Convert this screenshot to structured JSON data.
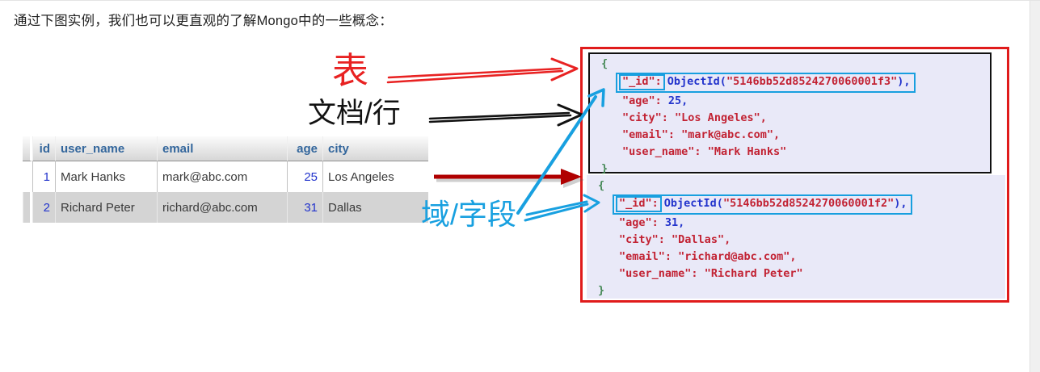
{
  "page": {
    "intro": "通过下图实例，我们也可以更直观的了解Mongo中的一些概念："
  },
  "annotations": {
    "table_label": "表",
    "document_label": "文档/行",
    "field_label": "域/字段"
  },
  "sql_table": {
    "headers": [
      "id",
      "user_name",
      "email",
      "age",
      "city"
    ],
    "rows": [
      [
        "1",
        "Mark Hanks",
        "mark@abc.com",
        "25",
        "Los Angeles"
      ],
      [
        "2",
        "Richard Peter",
        "richard@abc.com",
        "31",
        "Dallas"
      ]
    ]
  },
  "documents": [
    {
      "brace_open": "{",
      "id_key": "\"_id\":",
      "id_func_open": "ObjectId(",
      "id_value": "\"5146bb52d8524270060001f3\"",
      "id_func_close": "),",
      "fields": [
        {
          "key": "\"age\":",
          "value": "25,",
          "kind": "number"
        },
        {
          "key": "\"city\":",
          "value": "\"Los Angeles\",",
          "kind": "string"
        },
        {
          "key": "\"email\":",
          "value": "\"mark@abc.com\",",
          "kind": "string"
        },
        {
          "key": "\"user_name\":",
          "value": "\"Mark Hanks\"",
          "kind": "string"
        }
      ],
      "brace_close": "}"
    },
    {
      "brace_open": "{",
      "id_key": "\"_id\":",
      "id_func_open": "ObjectId(",
      "id_value": "\"5146bb52d8524270060001f2\"",
      "id_func_close": "),",
      "fields": [
        {
          "key": "\"age\":",
          "value": "31,",
          "kind": "number"
        },
        {
          "key": "\"city\":",
          "value": "\"Dallas\",",
          "kind": "string"
        },
        {
          "key": "\"email\":",
          "value": "\"richard@abc.com\",",
          "kind": "string"
        },
        {
          "key": "\"user_name\":",
          "value": "\"Richard Peter\"",
          "kind": "string"
        }
      ],
      "brace_close": "}"
    }
  ],
  "colors": {
    "key": "#c22233",
    "string": "#c22233",
    "number": "#2233cc",
    "brace": "#448855",
    "panel_border": "#e01b1b",
    "doc_border": "#101010",
    "field_box": "#189fdf",
    "label_table": "#e82222",
    "label_field": "#18a0e0",
    "header_text": "#33669c",
    "arrow_red": "#e82222",
    "arrow_black": "#111111",
    "arrow_blue": "#18a0e0",
    "arrow_solid": "#b00000",
    "doc_background": "#e9e9f8"
  }
}
